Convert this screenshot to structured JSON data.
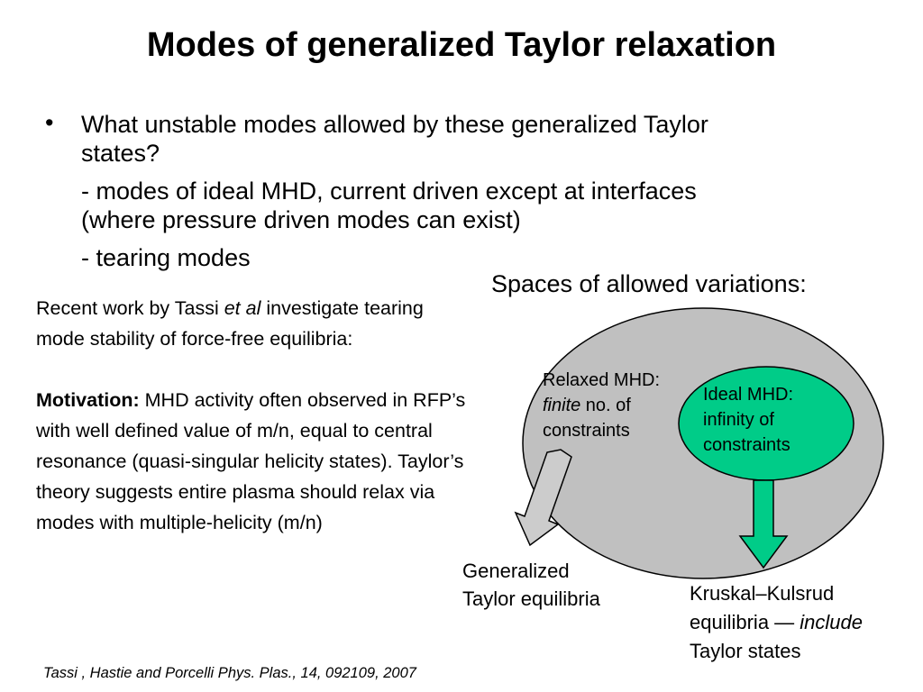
{
  "slide": {
    "title": "Modes of generalized Taylor relaxation",
    "bullet_symbol": "•",
    "bullet_line_1": "What unstable modes allowed by these generalized Taylor",
    "bullet_line_2": "states?",
    "sub_item_1_line_1": "- modes of ideal MHD, current driven except at interfaces",
    "sub_item_1_line_2": "(where pressure driven modes can exist)",
    "sub_item_2": "- tearing modes"
  },
  "left_text": {
    "p1_part1": "Recent work by Tassi ",
    "p1_italic": "et al",
    "p1_part2": " investigate tearing mode stability of force-free equilibria:",
    "motivation_label": "Motivation:",
    "motivation_text": "  MHD activity often observed in RFP’s with well defined value of m/n, equal to central resonance (quasi-singular helicity states). Taylor’s theory suggests entire plasma should relax via modes with multiple-helicity (m/n)"
  },
  "diagram": {
    "heading": "Spaces of allowed variations:",
    "relaxed_line1": "Relaxed MHD:",
    "relaxed_italic": "finite",
    "relaxed_line2_rest": " no. of",
    "relaxed_line3": "constraints",
    "ideal_line1": "Ideal MHD:",
    "ideal_line2": "infinity of",
    "ideal_line3": "constraints",
    "generalized_line1": "Generalized",
    "generalized_line2": "Taylor equilibria",
    "kk_line1": "Kruskal–Kulsrud",
    "kk_line2_part": "equilibria — ",
    "kk_line2_italic": "include",
    "kk_line3": "Taylor states",
    "colors": {
      "outer_fill": "#c0c0c0",
      "inner_fill": "#00cc88",
      "gray_arrow": "#cccccc",
      "green_arrow": "#00cc88"
    }
  },
  "citation": "Tassi , Hastie and Porcelli  Phys. Plas., 14, 092109, 2007"
}
